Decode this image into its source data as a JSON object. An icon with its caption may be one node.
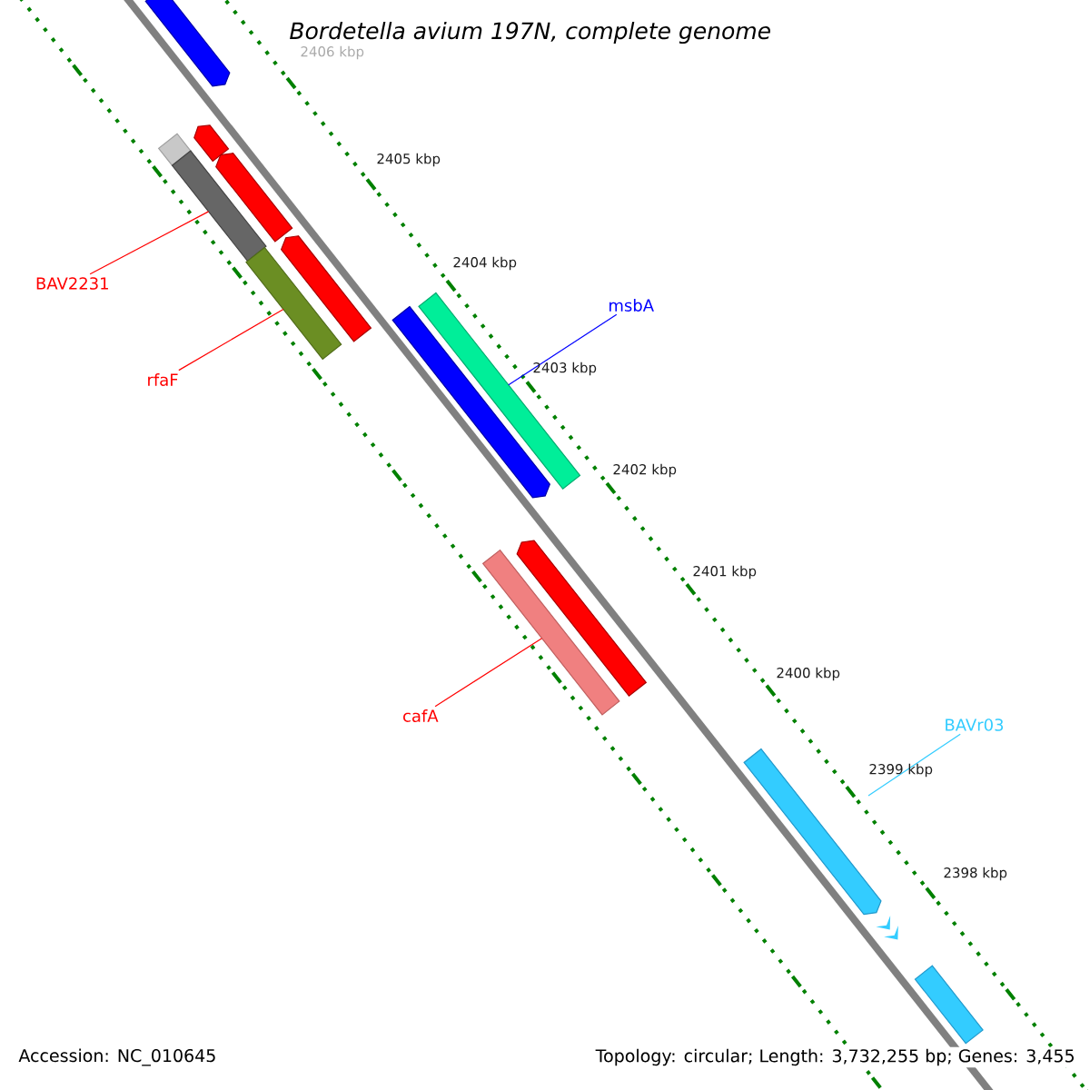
{
  "diagram": {
    "title": "Bordetella avium 197N, complete genome",
    "nodes": [
      {
        "text": [],
        "shape": "bar"
      },
      {
        "text": [],
        "shape": "bar"
      },
      {
        "text": [],
        "shape": "bar"
      },
      {
        "text": [],
        "shape": "bar"
      },
      {
        "text": [],
        "shape": "bar"
      },
      {
        "text": [],
        "shape": "bar"
      },
      {
        "text": [],
        "shape": "bar"
      },
      {
        "text": [],
        "shape": "bar"
      },
      {
        "text": [],
        "shape": "bar"
      },
      {
        "text": [],
        "shape": "bar"
      },
      {
        "text": [],
        "shape": "bar"
      },
      {
        "text": [],
        "shape": "bar"
      },
      {
        "text": [],
        "shape": "bar"
      },
      {
        "text": [],
        "shape": "bar"
      },
      {
        "text": [
          "BAV2231"
        ]
      },
      {
        "text": [
          "rfaF"
        ]
      },
      {
        "text": [
          "msbA"
        ]
      },
      {
        "text": [
          "cafA"
        ]
      },
      {
        "text": [
          "BAVr03"
        ]
      }
    ],
    "edges": [
      {
        "from": 14,
        "to": 3,
        "arrow": "none"
      },
      {
        "from": 15,
        "to": 6,
        "arrow": "none"
      },
      {
        "from": 16,
        "to": 8,
        "arrow": "none",
        "color": "#0000ff"
      },
      {
        "from": 17,
        "to": 9,
        "arrow": "none"
      },
      {
        "from": 18,
        "to": null,
        "arrow": "none",
        "color": "#33ccff"
      }
    ],
    "labels": [
      "2406 kbp",
      "2405 kbp",
      "2404 kbp",
      "2403 kbp",
      "2402 kbp",
      "2401 kbp",
      "2400 kbp",
      "2399 kbp",
      "2398 kbp",
      "Accession: NC_010645",
      "Topology: circular; Length: 3,732,255 bp; Genes: 3,455"
    ]
  }
}
